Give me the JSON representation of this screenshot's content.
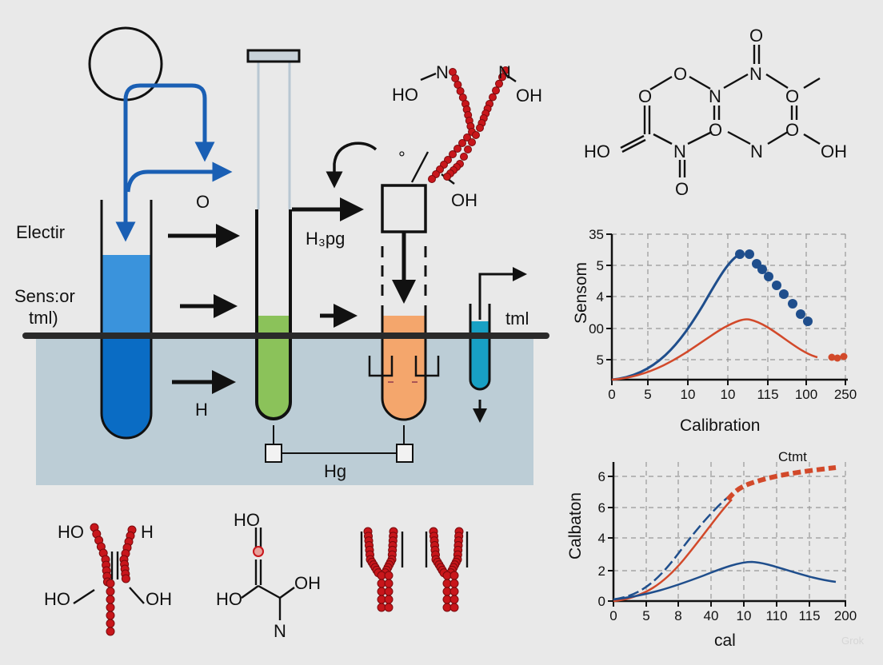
{
  "diagram": {
    "labels": {
      "electir": "Electir",
      "sensor": "Sens:or",
      "tml_left": "tml)",
      "o_label": "O",
      "h3pg": "H₃pg",
      "h_label": "H",
      "hg": "Hg",
      "tml_right": "tml",
      "degree": "°"
    },
    "dna_molecule": {
      "ho_left": "HO",
      "n_left": "N",
      "n_right": "N",
      "oh_right": "OH",
      "oh_bottom": "OH"
    },
    "ring_molecule": {
      "o_top": "O",
      "n_top": "N",
      "o1": "O",
      "o_left": "O",
      "n_mid": "N",
      "o_right": "O",
      "ho": "HO",
      "n_bottom": "N",
      "o_mid": "O",
      "n_lower": "N",
      "o_lower_right": "O",
      "oh": "OH",
      "o_bottom": "O"
    },
    "bottom_molecules": {
      "antibody1": {
        "ho_tl": "HO",
        "h_tr": "H",
        "ho_bl": "HO",
        "oh_br": "OH"
      },
      "amino": {
        "ho_top": "HO",
        "ho": "HO",
        "oh": "OH",
        "n": "N"
      }
    },
    "colors": {
      "blue_liquid": "#0a6cc4",
      "green_liquid": "#8bc25a",
      "orange_liquid": "#f4a66c",
      "cyan_liquid": "#18a0c4",
      "bead_red": "#c8161b",
      "arrow_blue": "#1a5fb4",
      "panel": "#bccdd6"
    },
    "watermark": "Grok"
  },
  "chart_data": [
    {
      "type": "line",
      "ylabel": "Sensom",
      "xlabel": "Calibration",
      "x_tick_labels": [
        "0",
        "5",
        "10",
        "10",
        "115",
        "100",
        "250"
      ],
      "y_tick_labels": [
        "35",
        "5",
        "4",
        "00",
        "5"
      ],
      "grid": true,
      "series_colors": [
        "#1f4e8c",
        "#d2492a"
      ]
    },
    {
      "type": "line",
      "ylabel": "Calbaton",
      "xlabel": "cal",
      "annotation": "Ctmt",
      "x_tick_labels": [
        "0",
        "5",
        "8",
        "40",
        "10",
        "110",
        "115",
        "200"
      ],
      "y_tick_labels": [
        "6",
        "6",
        "4",
        "2",
        "0"
      ],
      "grid": true,
      "series_colors": [
        "#1f4e8c",
        "#d2492a"
      ]
    }
  ]
}
